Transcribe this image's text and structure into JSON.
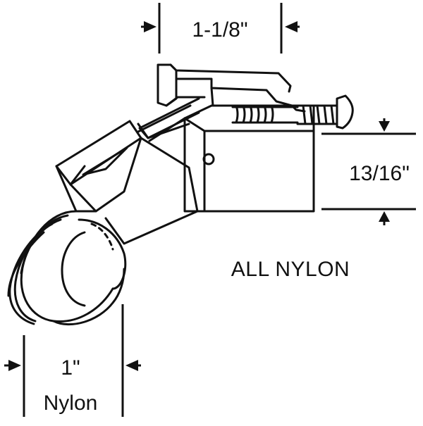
{
  "dimensions": {
    "width_label": "1-1/8\"",
    "height_label": "13/16\"",
    "wheel_width_label": "1\"",
    "wheel_material_label": "Nylon"
  },
  "note": "ALL NYLON",
  "colors": {
    "line": "#111111",
    "background": "#ffffff"
  }
}
